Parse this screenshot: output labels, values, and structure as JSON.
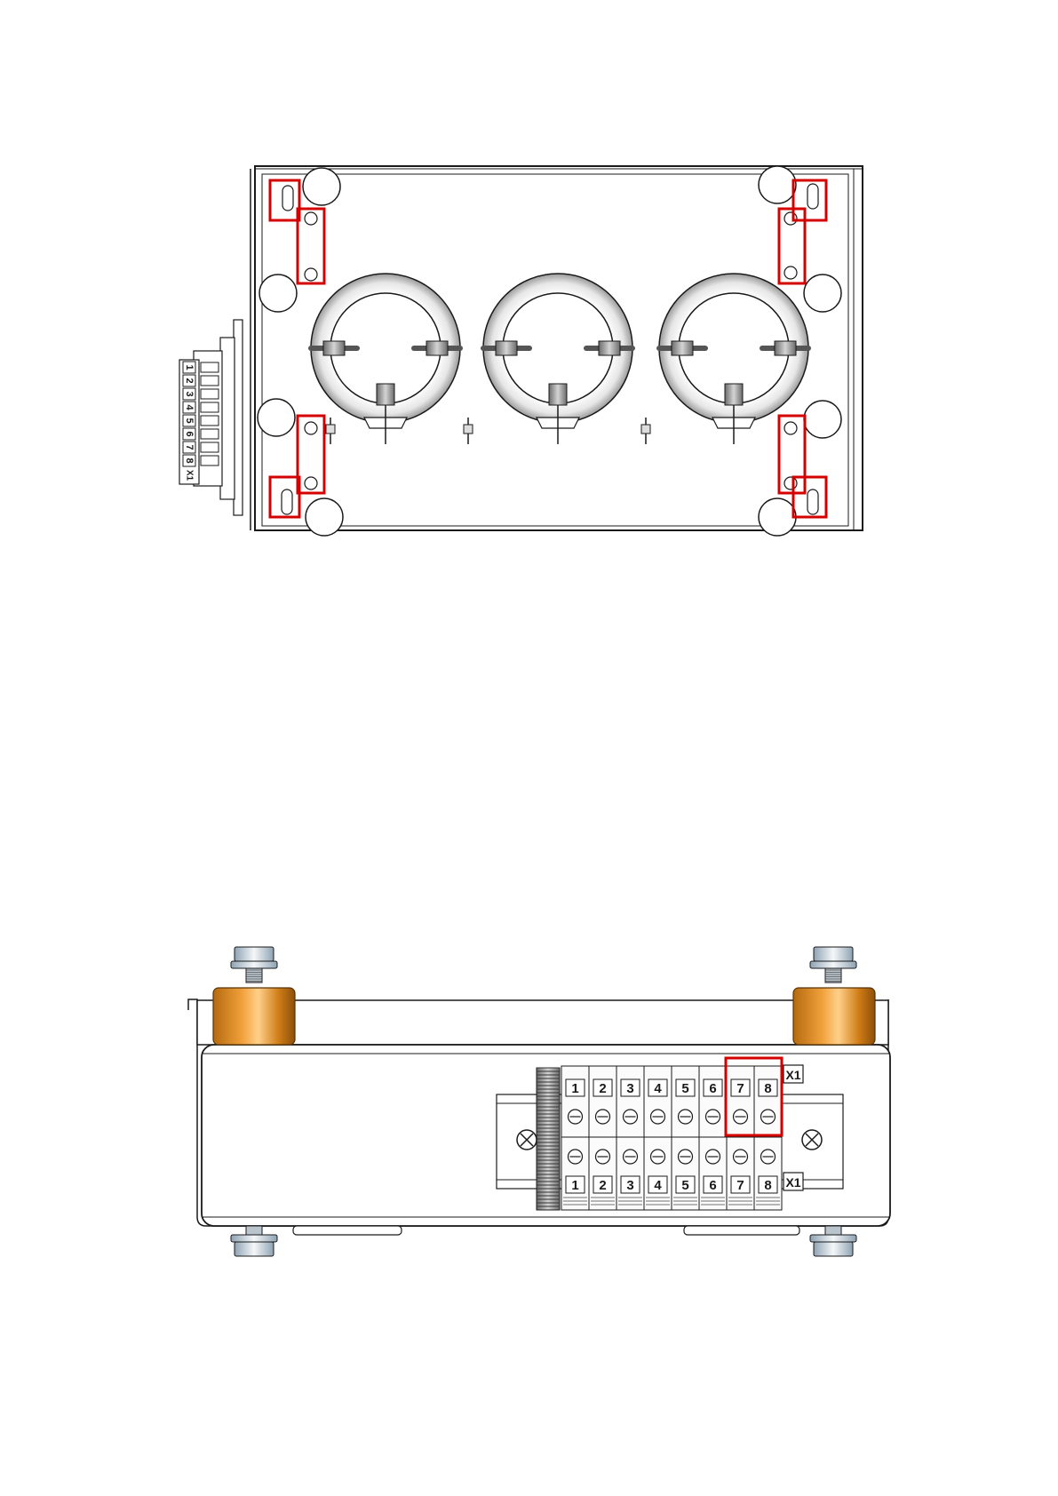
{
  "top_view": {
    "terminal_numbers": [
      "1",
      "2",
      "3",
      "4",
      "5",
      "6",
      "7",
      "8"
    ],
    "terminal_tag": "X1"
  },
  "side_view": {
    "terminal_numbers": [
      "1",
      "2",
      "3",
      "4",
      "5",
      "6",
      "7",
      "8"
    ],
    "terminal_tag": "X1"
  },
  "colors": {
    "highlight": "#d40000",
    "copper": "#d98a1e",
    "line": "#1a1a1a",
    "metal": "#f4f4f4"
  }
}
